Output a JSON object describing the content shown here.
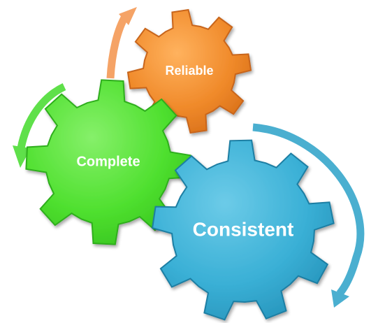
{
  "diagram": {
    "gears": [
      {
        "id": "reliable",
        "label": "Reliable",
        "color": "#f08a2a",
        "dark": "#c8651a",
        "light": "#ffc07a"
      },
      {
        "id": "complete",
        "label": "Complete",
        "color": "#4fe02f",
        "dark": "#2fae1d",
        "light": "#a8f78f"
      },
      {
        "id": "consistent",
        "label": "Consistent",
        "color": "#3ab0d6",
        "dark": "#1d7ea3",
        "light": "#9ee0f3"
      }
    ],
    "arrows": [
      {
        "id": "orange-arrow",
        "color": "#f5a366",
        "direction": "clockwise"
      },
      {
        "id": "green-arrow",
        "color": "#5fe04a",
        "direction": "counter-clockwise"
      },
      {
        "id": "blue-arrow",
        "color": "#4aafd0",
        "direction": "clockwise"
      }
    ]
  }
}
